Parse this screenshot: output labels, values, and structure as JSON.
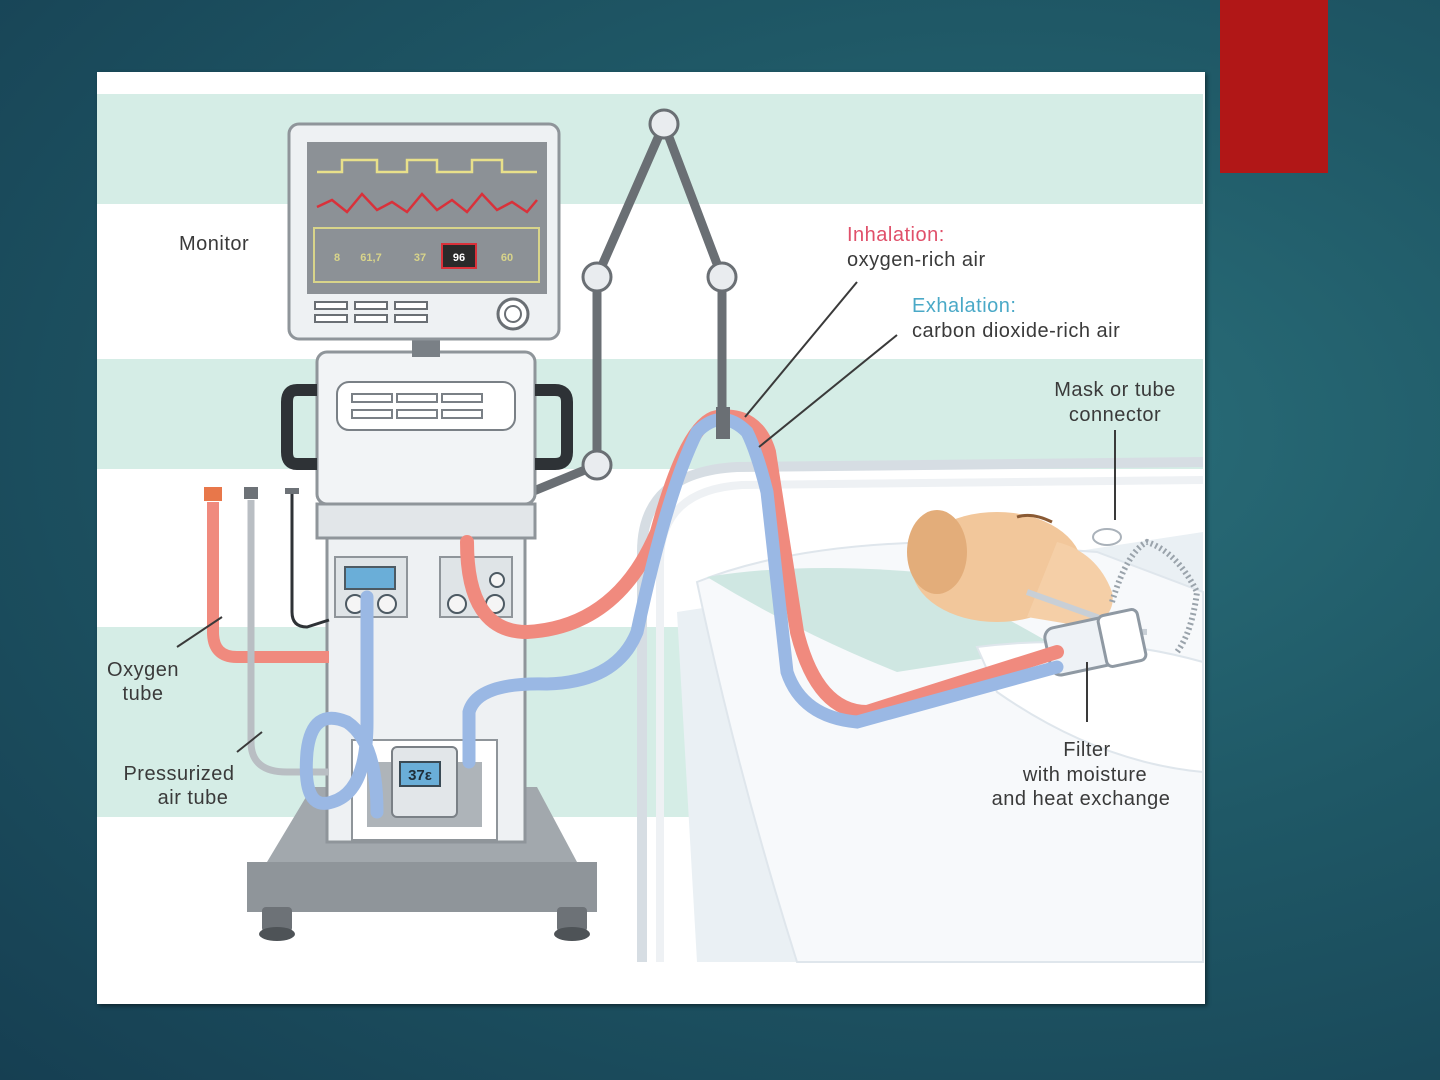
{
  "slide": {
    "accent_color": "#b11717",
    "background_color": "#1f5866"
  },
  "diagram": {
    "labels": {
      "monitor": "Monitor",
      "inhalation_title": "Inhalation:",
      "inhalation_desc": "oxygen-rich air",
      "exhalation_title": "Exhalation:",
      "exhalation_desc": "carbon dioxide-rich air",
      "mask_line1": "Mask or tube",
      "mask_line2": "connector",
      "oxygen_line1": "Oxygen",
      "oxygen_line2": "tube",
      "pressurized_line1": "Pressurized",
      "pressurized_line2": "air tube",
      "filter_line1": "Filter",
      "filter_line2": "with moisture",
      "filter_line3": "and heat exchange"
    },
    "monitor_readouts": {
      "r1": "8",
      "r2": "61,7",
      "r3": "37",
      "r4": "96",
      "r5": "60"
    },
    "humidifier_display": "37ε",
    "colors": {
      "inhalation_tube": "#f08a7e",
      "exhalation_tube": "#9ab8e4",
      "band": "#d5ede6",
      "inhalation_text": "#e0506a",
      "exhalation_text": "#4aa9c7"
    }
  }
}
